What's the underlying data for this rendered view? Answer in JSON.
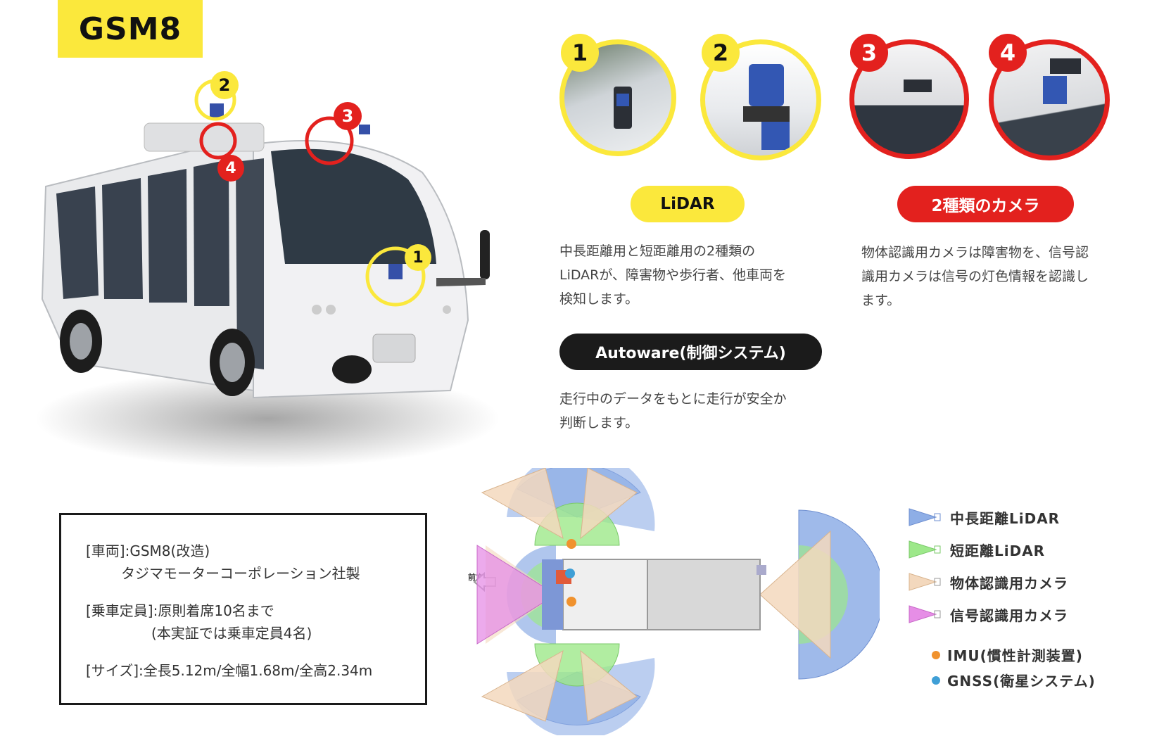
{
  "header": {
    "title": "GSM8"
  },
  "bus_markers": [
    "1",
    "2",
    "3",
    "4"
  ],
  "thumbnails": [
    {
      "number": "1",
      "color": "#fbe83c"
    },
    {
      "number": "2",
      "color": "#fbe83c"
    },
    {
      "number": "3",
      "color": "#e3211e"
    },
    {
      "number": "4",
      "color": "#e3211e"
    }
  ],
  "lidar": {
    "label": "LiDAR",
    "desc": [
      "中長距離用と短距離用の2種類の",
      "LiDARが、障害物や歩行者、他車両を",
      "検知します。"
    ]
  },
  "camera": {
    "label": "2種類のカメラ",
    "desc": [
      "物体認識用カメラは障害物を、信号認",
      "識用カメラは信号の灯色情報を認識し",
      "ます。"
    ]
  },
  "autoware": {
    "label": "Autoware(制御システム)",
    "desc": [
      "走行中のデータをもとに走行が安全か",
      "判断します。"
    ]
  },
  "specs": {
    "vehicle": "[車両]:GSM8(改造)",
    "maker": "タジマモーターコーポレーション社製",
    "capacity": "[乗車定員]:原則着席10名まで",
    "capacity_note": "(本実証では乗車定員4名)",
    "size": "[サイズ]:全長5.12m/全幅1.68m/全高2.34m"
  },
  "diagram": {
    "front_label": "前方"
  },
  "legend": {
    "items": [
      {
        "label": "中長距離LiDAR",
        "color": "#8eaee6"
      },
      {
        "label": "短距離LiDAR",
        "color": "#9de88a"
      },
      {
        "label": "物体認識用カメラ",
        "color": "#f3d8bd"
      },
      {
        "label": "信号認識用カメラ",
        "color": "#e68ee6"
      }
    ],
    "dots": [
      {
        "label": "IMU(慣性計測装置)",
        "color": "#f0922e"
      },
      {
        "label": "GNSS(衛星システム)",
        "color": "#3f9fd6"
      }
    ]
  },
  "colors": {
    "yellow": "#fbe83c",
    "red": "#e3211e",
    "dark": "#1b1b1b"
  }
}
